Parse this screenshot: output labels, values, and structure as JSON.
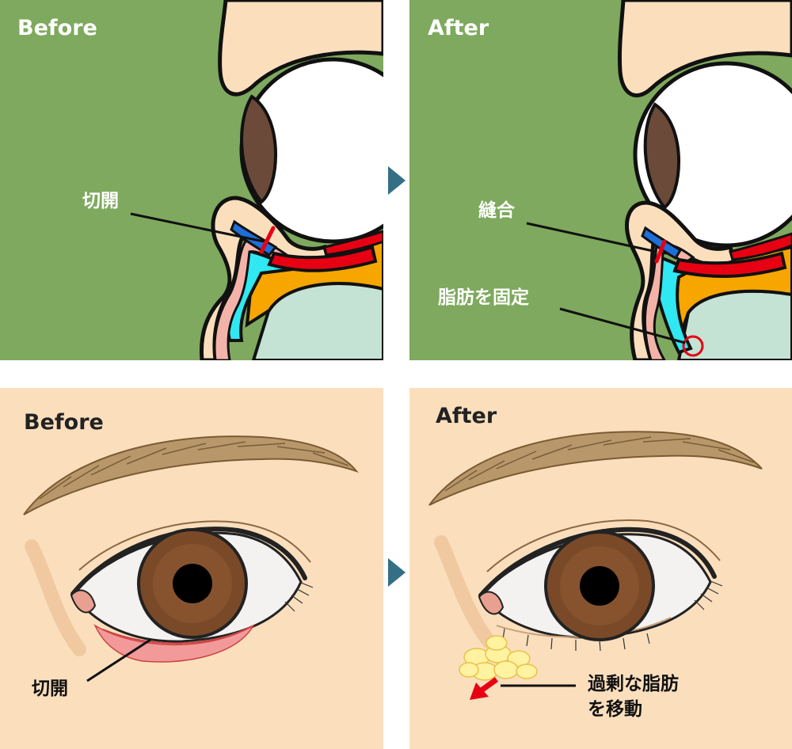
{
  "panels": {
    "cross_before": {
      "title": "Before",
      "label_incision": "切開"
    },
    "cross_after": {
      "title": "After",
      "label_suture": "縫合",
      "label_fat_fix": "脂肪を固定"
    },
    "front_before": {
      "title": "Before",
      "label_incision": "切開"
    },
    "front_after": {
      "title": "After",
      "label_fat_move_1": "過剰な脂肪",
      "label_fat_move_2": "を移動"
    }
  },
  "colors": {
    "cross_bg": "#7ea95e",
    "skin": "#fbdfbd",
    "iris": "#6b4a3a",
    "incision_red": "#e60012",
    "fat_orange": "#f7a600",
    "conjunctiva_cyan": "#2fe8f2",
    "muscle_blue": "#1e6fd9",
    "pale_green": "#c4e3d4",
    "arrow_teal": "#356f86",
    "fat_yellow": "#fff2a0"
  }
}
